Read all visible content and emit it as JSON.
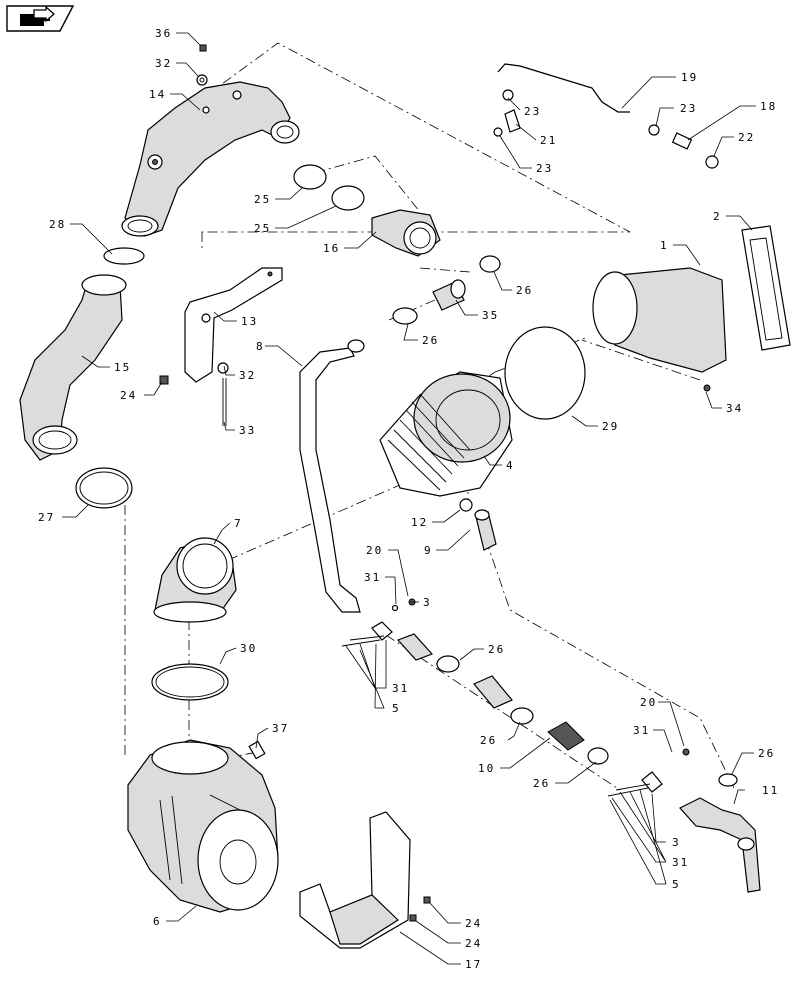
{
  "navigation": {
    "icon": "folder-arrow-icon"
  },
  "callouts": {
    "c36": "36",
    "c32a": "32",
    "c14": "14",
    "c19": "19",
    "c23a": "23",
    "c23b": "23",
    "c18": "18",
    "c21": "21",
    "c22": "22",
    "c23c": "23",
    "c25a": "25",
    "c25b": "25",
    "c28": "28",
    "c16": "16",
    "c2": "2",
    "c1": "1",
    "c26a": "26",
    "c13": "13",
    "c35": "35",
    "c26b": "26",
    "c8": "8",
    "c15": "15",
    "c32b": "32",
    "c24a": "24",
    "c34": "34",
    "c33": "33",
    "c29": "29",
    "c4": "4",
    "c27": "27",
    "c12": "12",
    "c7": "7",
    "c9": "9",
    "c20a": "20",
    "c31a": "31",
    "c3a": "3",
    "c30": "30",
    "c26c": "26",
    "c31b": "31",
    "c5a": "5",
    "c20b": "20",
    "c37": "37",
    "c31c": "31",
    "c26d": "26",
    "c26e": "26",
    "c10": "10",
    "c26f": "26",
    "c11": "11",
    "c3b": "3",
    "c31d": "31",
    "c5b": "5",
    "c6": "6",
    "c24b": "24",
    "c24c": "24",
    "c17": "17"
  }
}
